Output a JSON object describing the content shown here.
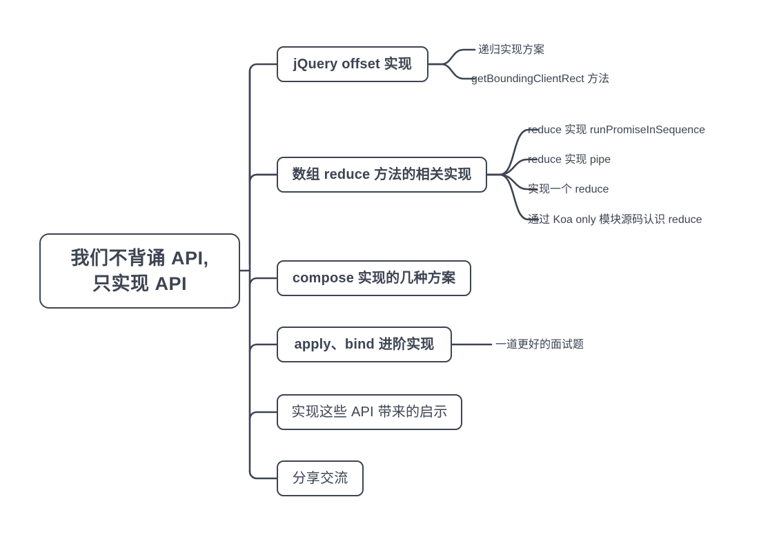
{
  "diagram": {
    "type": "mind-map",
    "title": "我们不背诵 API, 只实现 API",
    "colors": {
      "stroke": "#3d4452",
      "text": "#3d4452",
      "background": "#ffffff"
    },
    "root": {
      "id": "root",
      "line1": "我们不背诵 API,",
      "line2": "只实现 API"
    },
    "branches": [
      {
        "id": "jquery-offset",
        "label": "jQuery offset 实现",
        "children": [
          {
            "id": "recursive",
            "label": "递归实现方案"
          },
          {
            "id": "gbcr",
            "label": "getBoundingClientRect 方法"
          }
        ]
      },
      {
        "id": "array-reduce",
        "label": "数组 reduce 方法的相关实现",
        "children": [
          {
            "id": "run-promise-in-sequence",
            "label": "reduce 实现 runPromiseInSequence"
          },
          {
            "id": "pipe",
            "label": "reduce 实现 pipe"
          },
          {
            "id": "impl-reduce",
            "label": "实现一个 reduce"
          },
          {
            "id": "koa-only",
            "label": "通过 Koa only 模块源码认识 reduce"
          }
        ]
      },
      {
        "id": "compose",
        "label": "compose 实现的几种方案",
        "children": []
      },
      {
        "id": "apply-bind",
        "label": "apply、bind 进阶实现",
        "children": [
          {
            "id": "better-interview",
            "label": "一道更好的面试题"
          }
        ]
      },
      {
        "id": "api-insight",
        "label": "实现这些 API 带来的启示",
        "children": []
      },
      {
        "id": "share",
        "label": "分享交流",
        "children": []
      }
    ]
  }
}
